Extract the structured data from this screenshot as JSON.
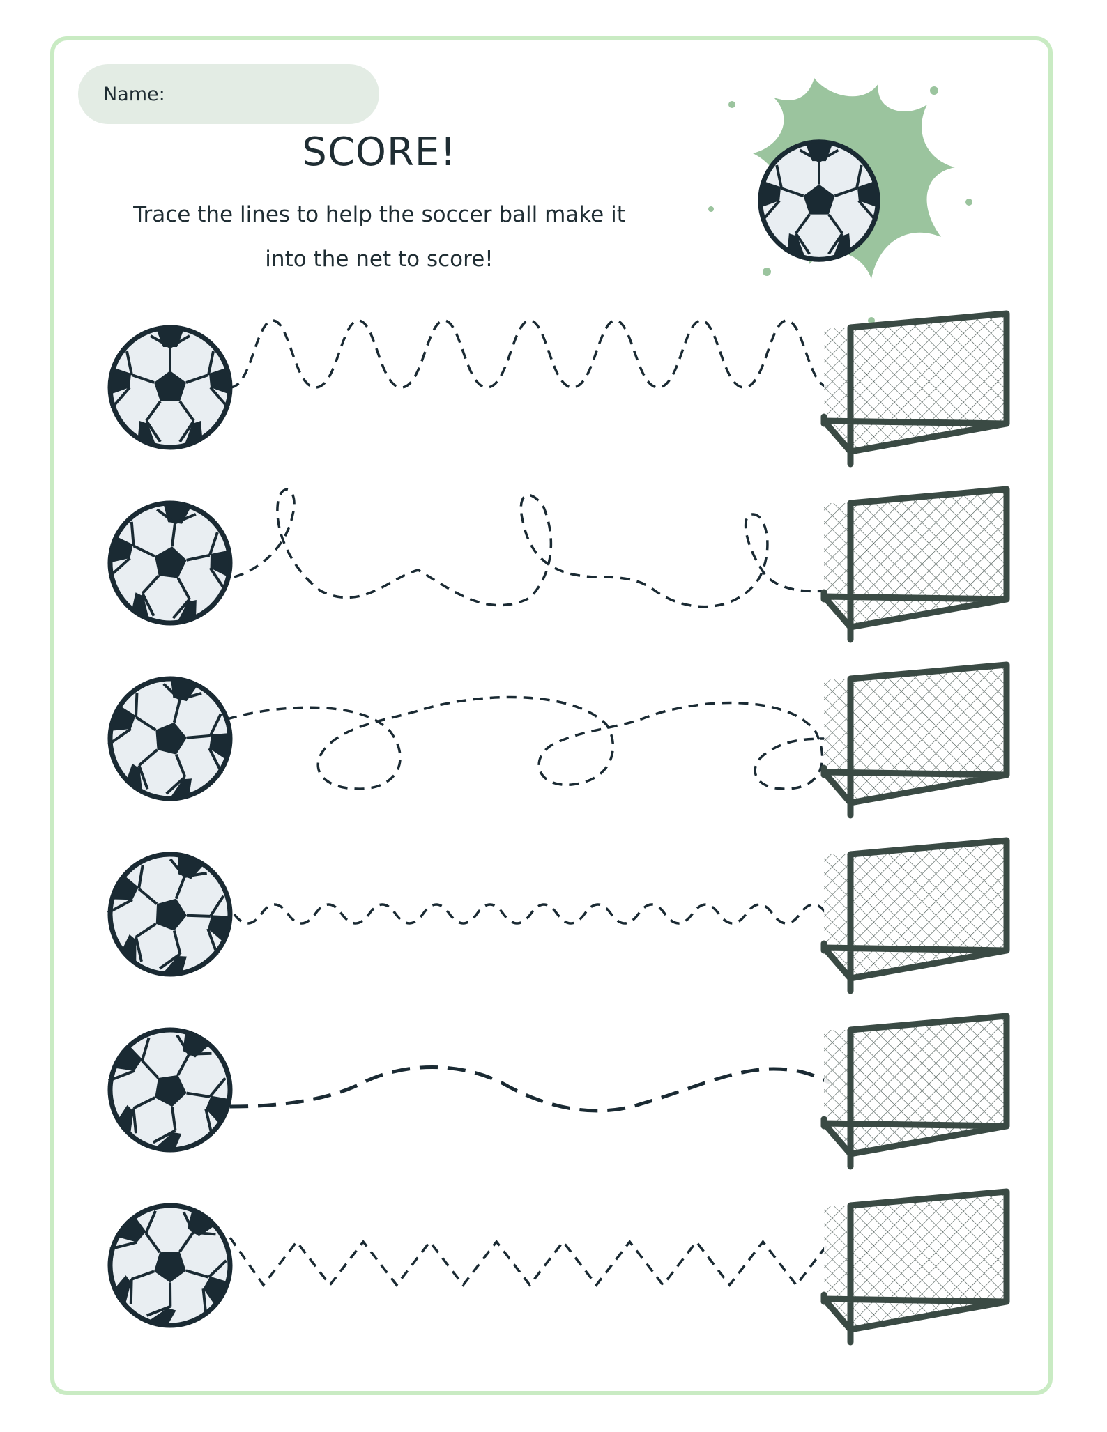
{
  "worksheet": {
    "name_label": "Name:",
    "title": "SCORE!",
    "instruction_line1": "Trace the lines to help the soccer ball make it",
    "instruction_line2": "into the net to score!"
  },
  "colors": {
    "frame": "#c9ebc3",
    "name_pill": "#e3ece4",
    "splash": "#9bc49e",
    "ink": "#1a2a33",
    "ball_white": "#e9eef2",
    "goal": "#3a4a44"
  },
  "icons": {
    "ball": "soccer-ball-icon",
    "goal": "soccer-goal-icon",
    "splash": "paint-splash-icon"
  },
  "rows": [
    {
      "path_style": "zigzag-waves"
    },
    {
      "path_style": "loops-up"
    },
    {
      "path_style": "loops-down"
    },
    {
      "path_style": "small-waves"
    },
    {
      "path_style": "gentle-wave"
    },
    {
      "path_style": "sharp-zigzag"
    }
  ]
}
